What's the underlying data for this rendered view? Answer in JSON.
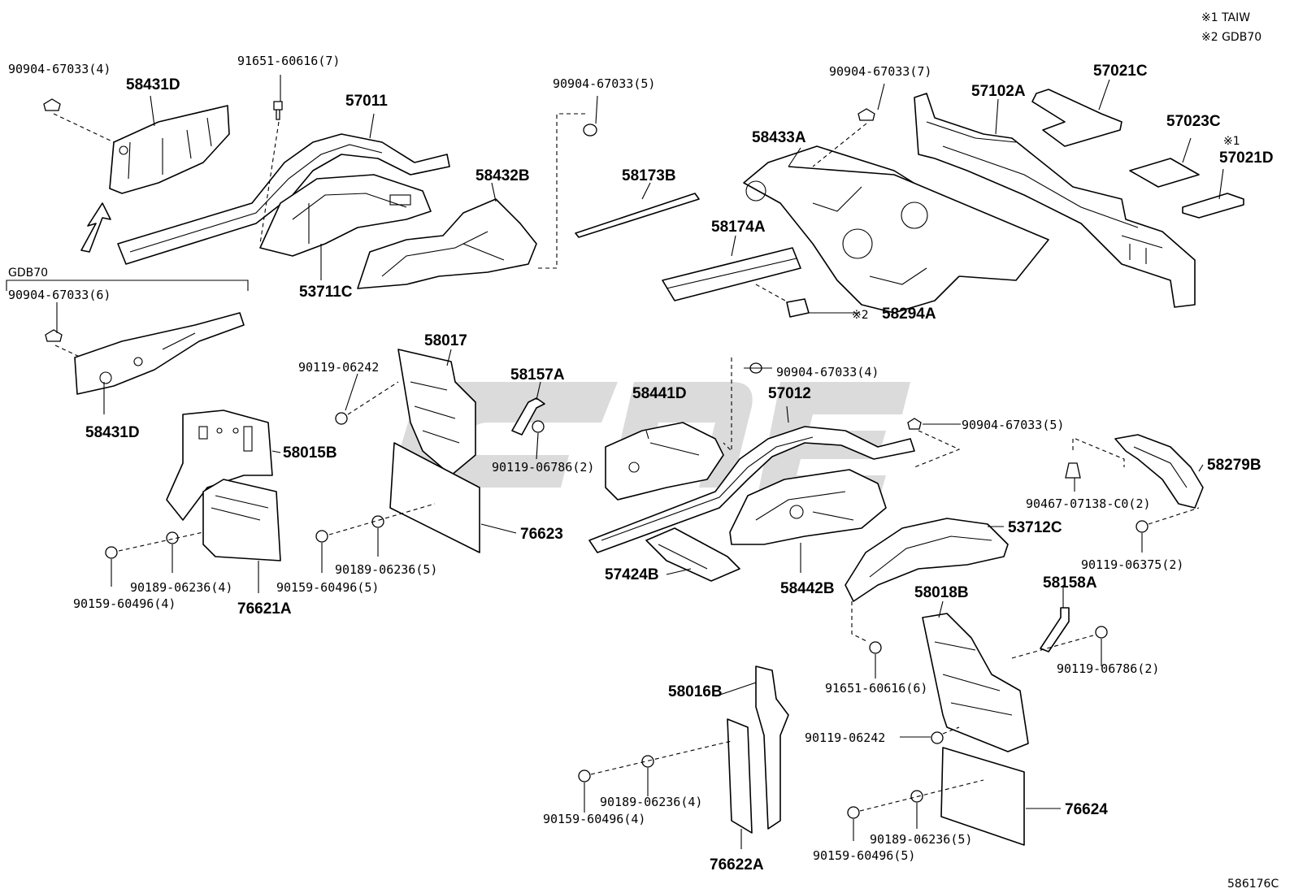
{
  "notes": {
    "note1": "※1 TAIW",
    "note2": "※2 GDB70",
    "group_label": "GDB70",
    "figure_id": "586176C"
  },
  "parts": {
    "p58431D_top": "58431D",
    "p58431D_bottom": "58431D",
    "p57011": "57011",
    "p53711C": "53711C",
    "p58432B": "58432B",
    "p58173B": "58173B",
    "p58174A": "58174A",
    "p58433A": "58433A",
    "p58294A": "58294A",
    "p58294A_mark": "※2",
    "p57102A": "57102A",
    "p57021C": "57021C",
    "p57023C": "57023C",
    "p57021D": "57021D",
    "p57021D_mark": "※1",
    "p58017": "58017",
    "p58157A": "58157A",
    "p58015B": "58015B",
    "p76623": "76623",
    "p76621A": "76621A",
    "p58441D": "58441D",
    "p57012": "57012",
    "p57424B": "57424B",
    "p58442B": "58442B",
    "p53712C": "53712C",
    "p58279B": "58279B",
    "p58018B": "58018B",
    "p58158A": "58158A",
    "p58016B": "58016B",
    "p76622A": "76622A",
    "p76624": "76624"
  },
  "fasteners": {
    "f1": "90904-67033(4)",
    "f2": "91651-60616(7)",
    "f3": "90904-67033(5)",
    "f4": "90904-67033(7)",
    "f5": "90904-67033(6)",
    "f6": "90119-06242",
    "f7": "90119-06786(2)",
    "f8": "90189-06236(4)",
    "f9": "90159-60496(4)",
    "f10": "90189-06236(5)",
    "f11": "90159-60496(5)",
    "f12": "90904-67033(4)",
    "f13": "90904-67033(5)",
    "f14": "90467-07138-C0(2)",
    "f15": "90119-06375(2)",
    "f16": "91651-60616(6)",
    "f17": "90119-06786(2)",
    "f18": "90119-06242",
    "f19": "90189-06236(4)",
    "f20": "90159-60496(4)",
    "f21": "90189-06236(5)",
    "f22": "90159-60496(5)"
  }
}
